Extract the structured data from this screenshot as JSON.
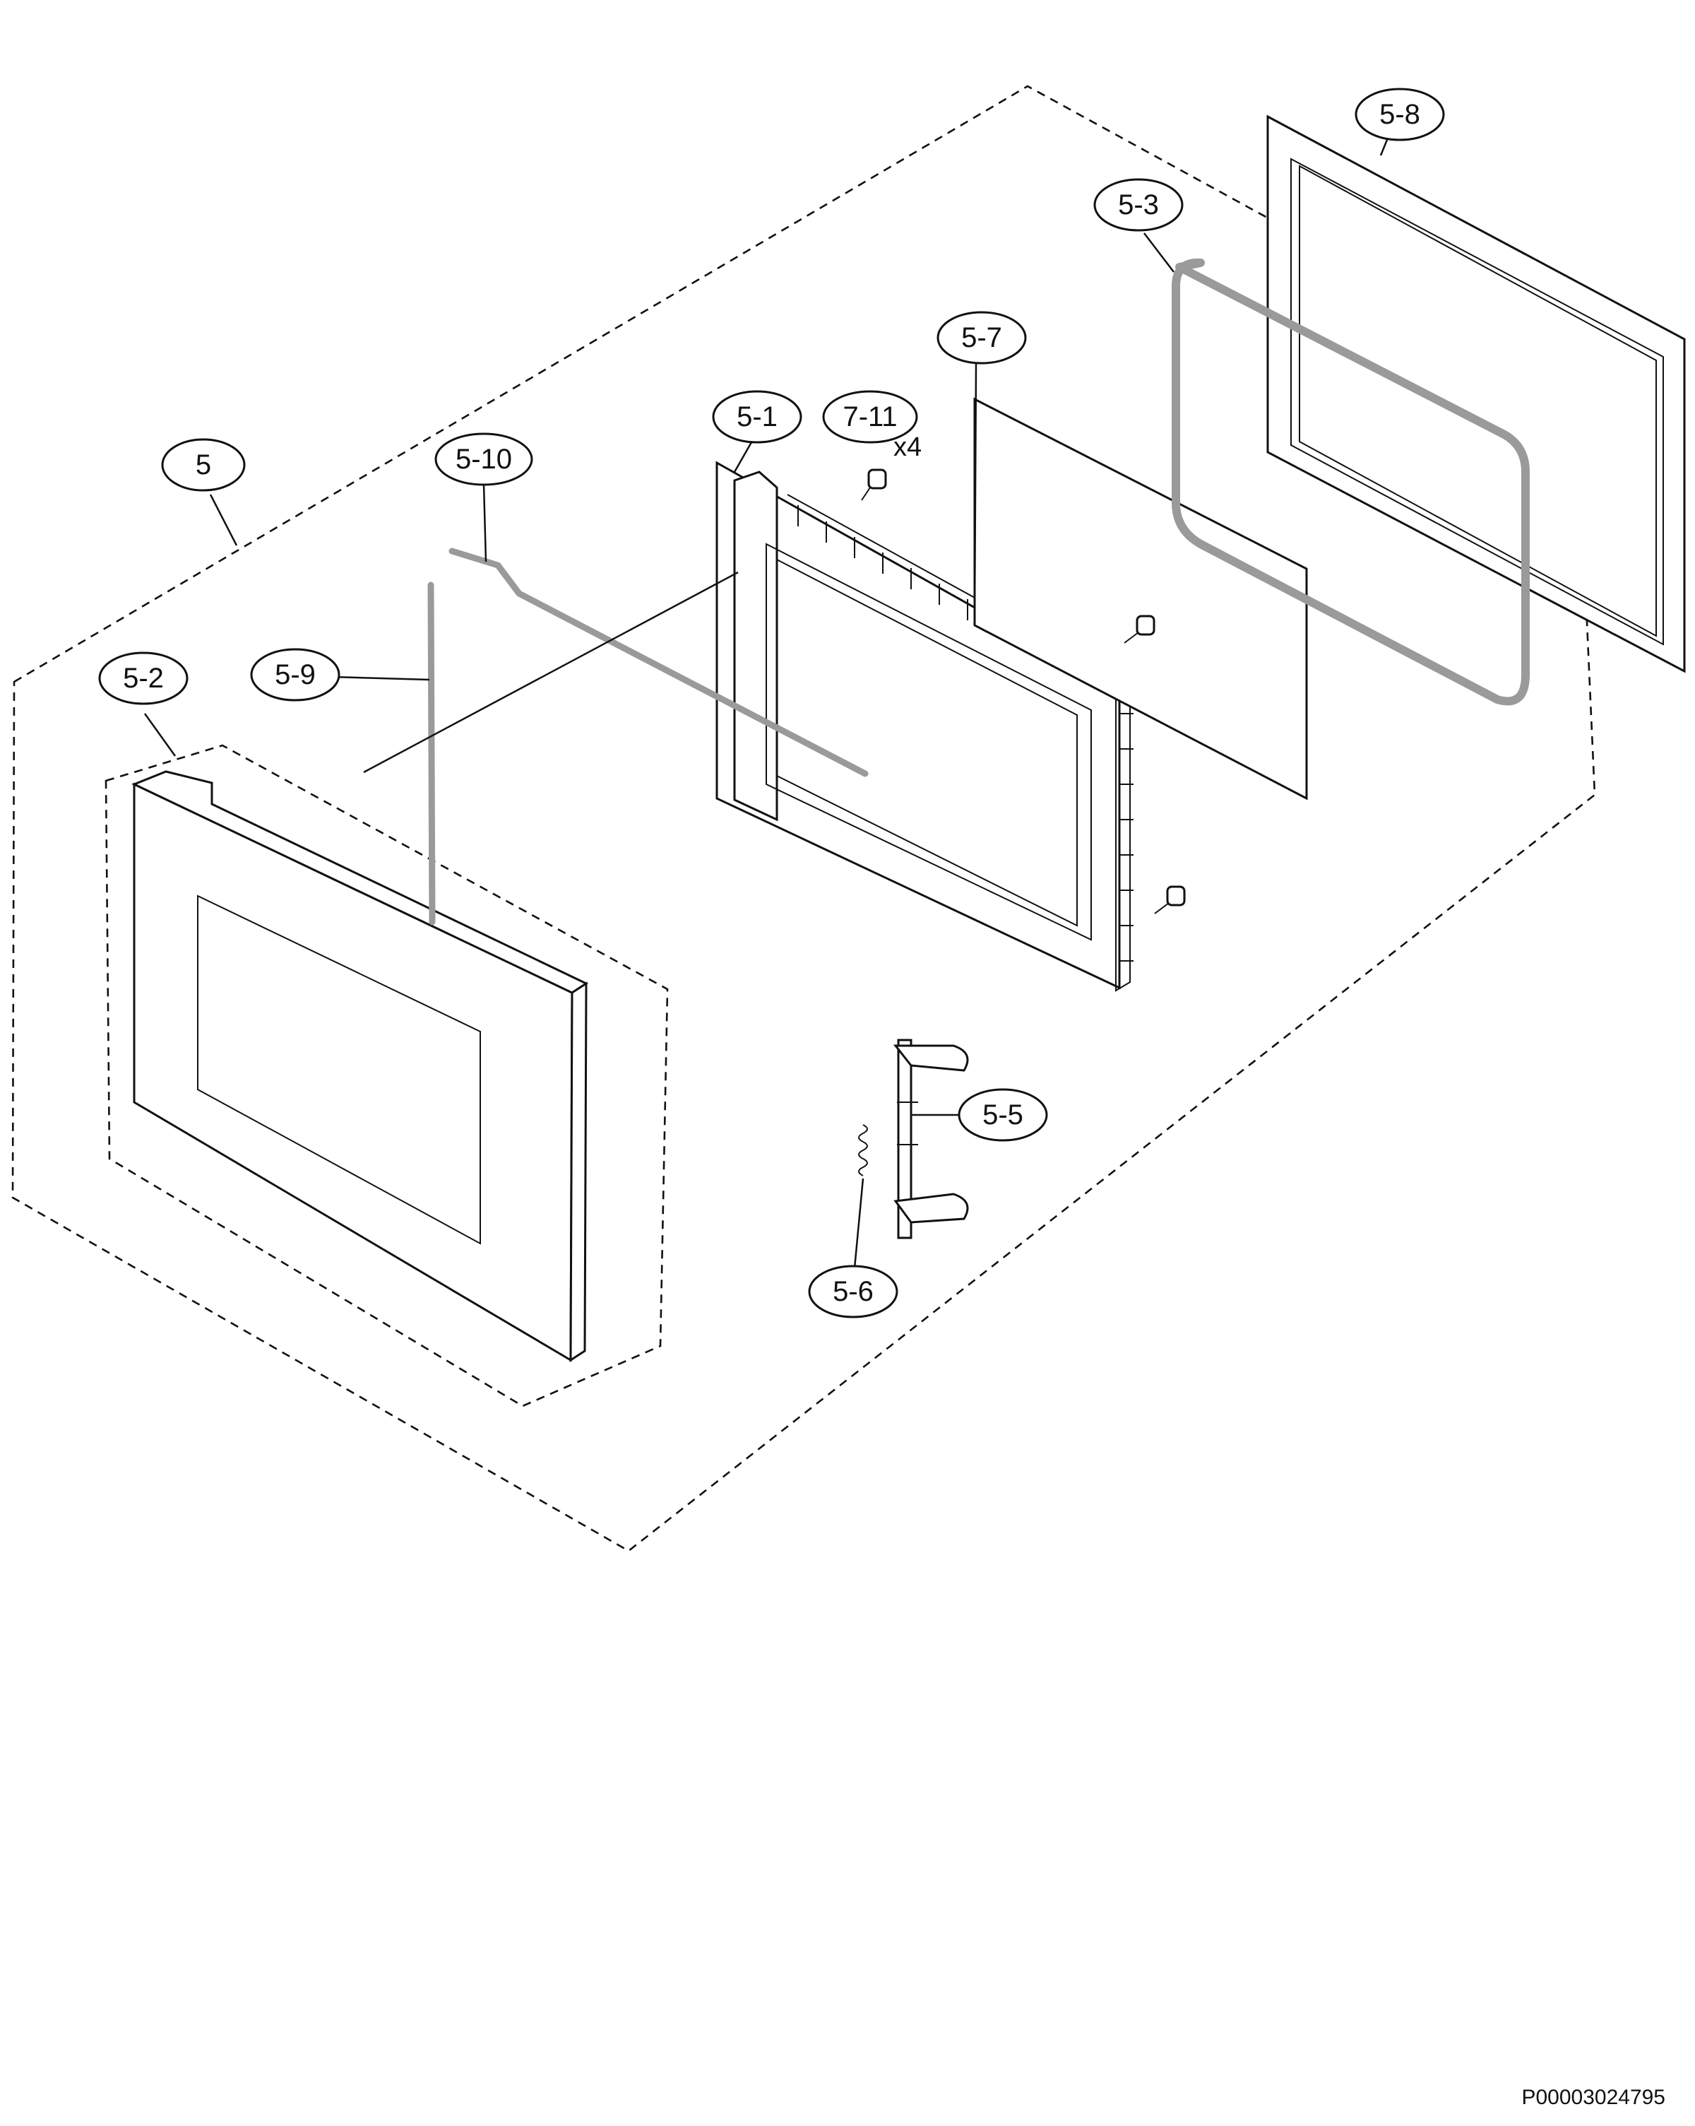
{
  "diagram": {
    "drawing_code": "P00003024795",
    "callouts": [
      {
        "id": "5",
        "label": "5"
      },
      {
        "id": "5-1",
        "label": "5-1"
      },
      {
        "id": "5-2",
        "label": "5-2"
      },
      {
        "id": "5-3",
        "label": "5-3"
      },
      {
        "id": "5-5",
        "label": "5-5"
      },
      {
        "id": "5-6",
        "label": "5-6"
      },
      {
        "id": "5-7",
        "label": "5-7"
      },
      {
        "id": "5-8",
        "label": "5-8"
      },
      {
        "id": "5-9",
        "label": "5-9"
      },
      {
        "id": "5-10",
        "label": "5-10"
      },
      {
        "id": "7-11",
        "label": "7-11"
      }
    ],
    "screw_quantity": "x4"
  }
}
